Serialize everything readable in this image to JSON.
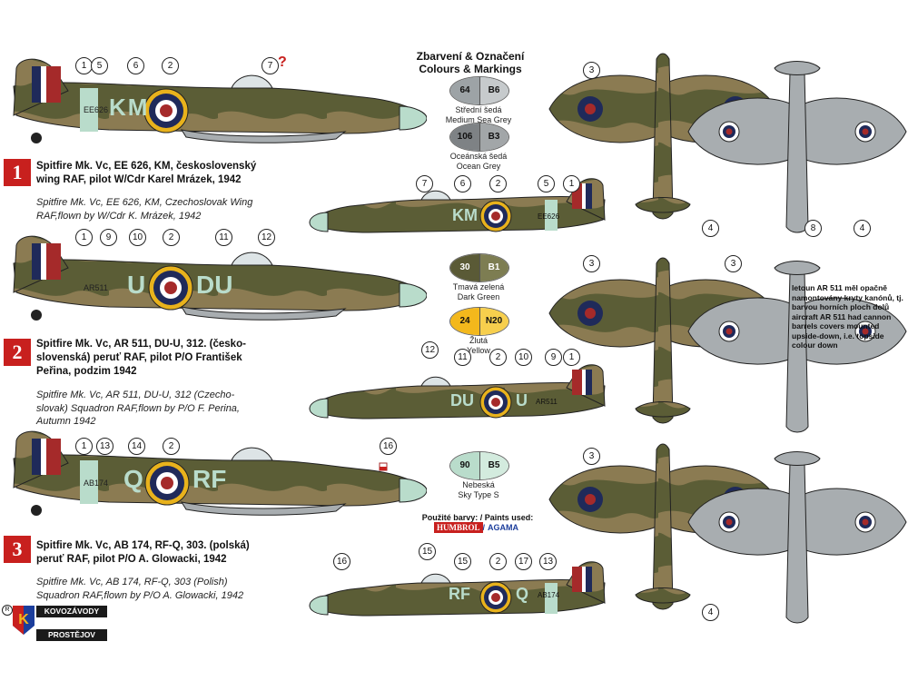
{
  "title": {
    "cz": "Zbarvení & Označení",
    "en": "Colours & Markings"
  },
  "schemes": [
    {
      "badge": "1",
      "cz": [
        "Spitfire Mk. Vc, EE 626, KM, československý",
        "wing RAF, pilot W/Cdr Karel Mrázek,  1942"
      ],
      "en": [
        "Spitfire Mk. Vc, EE 626, KM, Czechoslovak Wing",
        "RAF,flown by W/Cdr K. Mrázek, 1942"
      ],
      "codes": {
        "left": "KM",
        "right": "",
        "serial": "EE626"
      }
    },
    {
      "badge": "2",
      "cz": [
        "Spitfire Mk. Vc, AR 511, DU-U, 312. (česko-",
        "slovenská) peruť RAF, pilot P/O František",
        "Peřina, podzim 1942"
      ],
      "en": [
        "Spitfire Mk. Vc, AR 511, DU-U, 312 (Czecho-",
        "slovak) Squadron RAF,flown by P/O F. Perina,",
        "Autumn 1942"
      ],
      "codes": {
        "left": "U",
        "right": "DU",
        "serial": "AR511"
      }
    },
    {
      "badge": "3",
      "cz": [
        "Spitfire Mk. Vc, AB 174, RF-Q, 303. (polská)",
        "peruť RAF, pilot P/O A. Glowacki, 1942"
      ],
      "en": [
        "Spitfire Mk. Vc, AB 174, RF-Q, 303 (Polish)",
        "Squadron RAF,flown by P/O A. Glowacki, 1942"
      ],
      "codes": {
        "left": "Q",
        "right": "RF",
        "serial": "AB174"
      }
    }
  ],
  "callouts": {
    "s1_left": [
      "1",
      "5",
      "6",
      "2",
      "7"
    ],
    "s1_right": [
      "7",
      "6",
      "2",
      "5",
      "1"
    ],
    "s2_left": [
      "1",
      "9",
      "10",
      "2",
      "11",
      "12"
    ],
    "s2_right": [
      "12",
      "11",
      "2",
      "10",
      "9",
      "1"
    ],
    "s3_left": [
      "1",
      "13",
      "14",
      "2",
      "16"
    ],
    "s3_right": [
      "16",
      "15",
      "15",
      "2",
      "17",
      "13"
    ],
    "plan_top": [
      "3",
      "3",
      "3",
      "3"
    ],
    "plan_bottom": [
      "4",
      "4",
      "8",
      "4"
    ],
    "question_mark": "?"
  },
  "colors": [
    {
      "code_h": "64",
      "code_a": "B6",
      "cz": "Střední šedá",
      "en": "Medium Sea Grey",
      "hex": "#9da3a6",
      "fill_a": "#c6cacc"
    },
    {
      "code_h": "106",
      "code_a": "B3",
      "cz": "Oceánská šedá",
      "en": "Ocean Grey",
      "hex": "#7e8285",
      "fill_a": "#a2a6a8"
    },
    {
      "code_h": "30",
      "code_a": "B1",
      "cz": "Tmavá zelená",
      "en": "Dark Green",
      "hex": "#5a5a36",
      "fill_a": "#7d7d52"
    },
    {
      "code_h": "24",
      "code_a": "N20",
      "cz": "Žlutá",
      "en": "Yellow",
      "hex": "#f3b81c",
      "fill_a": "#f7cf4d"
    },
    {
      "code_h": "90",
      "code_a": "B5",
      "cz": "Nebeská",
      "en": "Sky Type S",
      "hex": "#b9dccb",
      "fill_a": "#d3ebde"
    }
  ],
  "note": "letoun AR 511 měl opačně namontovány kryty kanónů, tj. barvou horních ploch dolů aircraft AR 511 had cannon barrels covers mounted upside-down, i.e. topside colour down",
  "paints": {
    "label": "Použité barvy: / Paints used:",
    "brand1": "HUMBROL",
    "sep": "/",
    "brand2": "AGAMA"
  },
  "logo": {
    "line1": "KOVOZÁVODY",
    "line2": "PROSTĚJOV",
    "registered": "R"
  },
  "palette": {
    "dark_earth": "#8a7a52",
    "dark_green": "#595b35",
    "sky": "#b9dccb",
    "sea_grey": "#a8adb0",
    "roundel_blue": "#1f2a5a",
    "roundel_red": "#a52a2a",
    "yellow": "#e8b21c"
  }
}
